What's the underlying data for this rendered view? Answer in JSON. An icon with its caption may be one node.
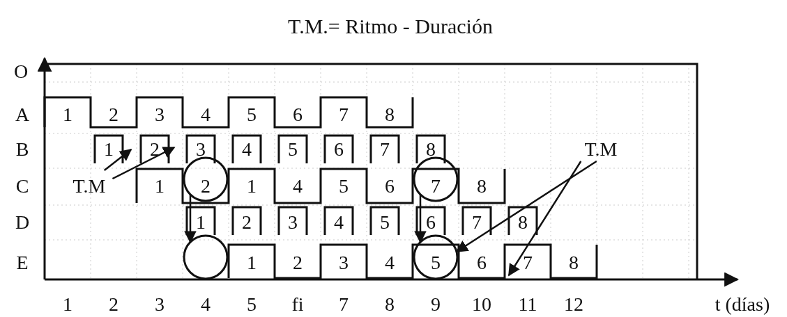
{
  "diagram": {
    "title": "T.M.= Ritmo - Duración",
    "nodes": [
      {
        "text": [
          "T.M"
        ]
      },
      {
        "text": [
          "T.M"
        ]
      },
      {
        "text": [],
        "shape": "circle"
      },
      {
        "text": [],
        "shape": "circle"
      },
      {
        "text": [],
        "shape": "circle"
      },
      {
        "text": [],
        "shape": "circle"
      }
    ],
    "edges": [
      {
        "from": 0,
        "to": null,
        "arrow": "to"
      },
      {
        "from": 0,
        "to": null,
        "arrow": "to"
      },
      {
        "from": 1,
        "to": 5,
        "arrow": "to"
      },
      {
        "from": 1,
        "to": null,
        "arrow": "to"
      },
      {
        "from": 2,
        "to": 3,
        "arrow": "to"
      },
      {
        "from": 4,
        "to": 5,
        "arrow": "to"
      }
    ],
    "labels": [
      "O",
      "A",
      "1",
      "2",
      "3",
      "4",
      "5",
      "6",
      "7",
      "8",
      "B",
      "1",
      "2",
      "3",
      "4",
      "5",
      "6",
      "7",
      "8",
      "C",
      "1",
      "2",
      "1",
      "4",
      "5",
      "6",
      "7",
      "8",
      "D",
      "1",
      "2",
      "3",
      "4",
      "5",
      "6",
      "7",
      "8",
      "E",
      "1",
      "2",
      "3",
      "4",
      "5",
      "6",
      "7",
      "8",
      "1",
      "2",
      "3",
      "4",
      "5",
      "fi",
      "7",
      "8",
      "9",
      "10",
      "11",
      "12",
      "t (días)"
    ]
  }
}
